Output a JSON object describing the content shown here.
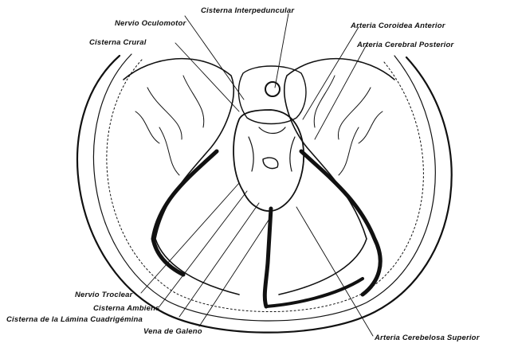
{
  "diagram": {
    "labels": {
      "cisterna_interpeduncular": "Cisterna Interpeduncular",
      "nervio_oculomotor": "Nervio Oculomotor",
      "cisterna_crural": "Cisterna Crural",
      "arteria_coroidea_anterior": "Arteria Coroidea Anterior",
      "arteria_cerebral_posterior": "Arteria Cerebral Posterior",
      "nervio_troclear": "Nervio Troclear",
      "cisterna_ambiens": "Cisterna Ambiens",
      "cisterna_lamina_cuadrigemina": "Cisterna de la Lámina Cuadrigémina",
      "vena_de_galeno": "Vena de Galeno",
      "arteria_cerebelosa_superior": "Arteria Cerebelosa Superior"
    }
  }
}
